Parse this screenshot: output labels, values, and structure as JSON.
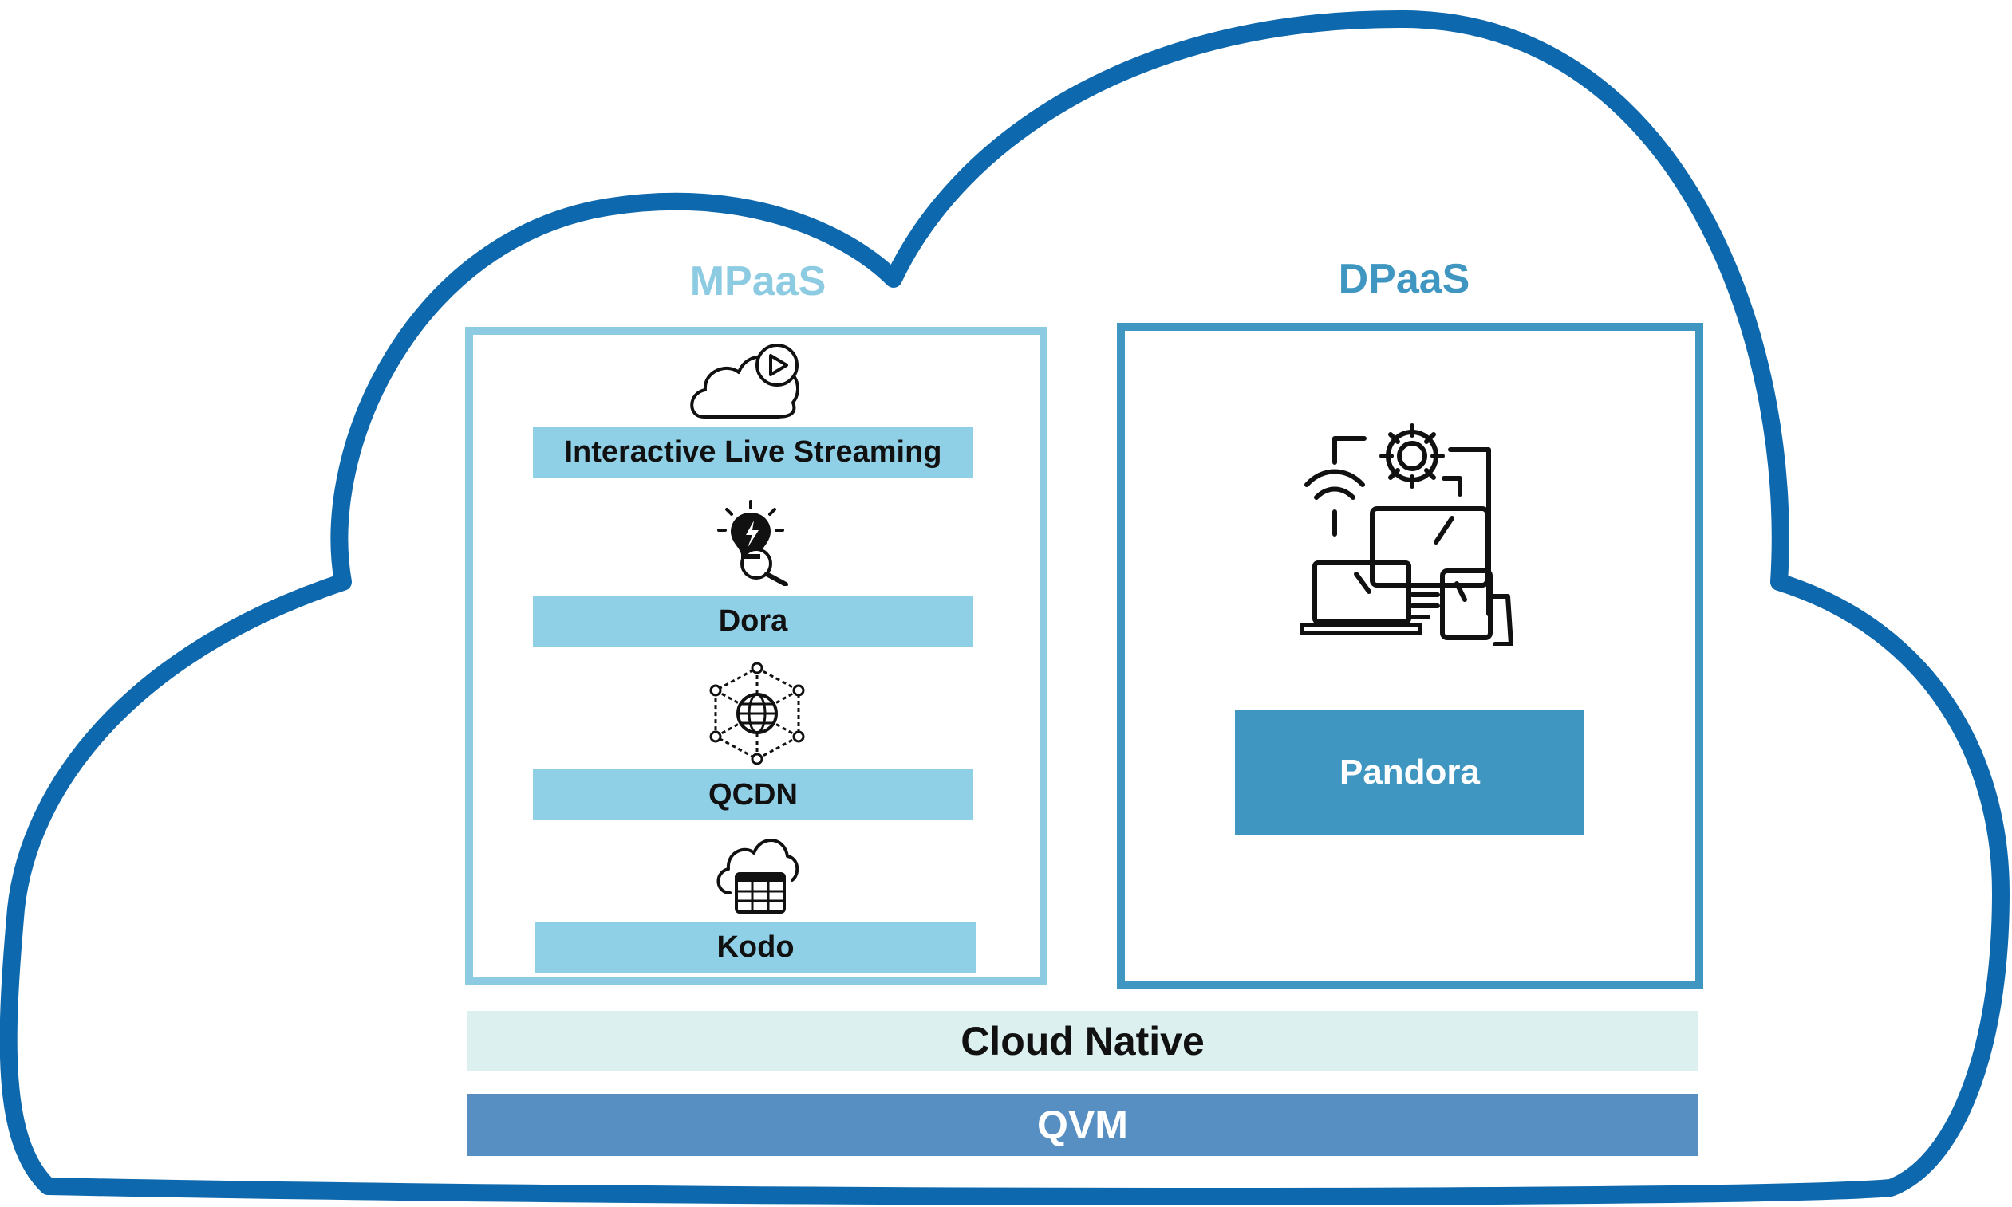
{
  "colors": {
    "cloud_outline": "#0d68ad",
    "mpaas_title": "#8ccbe2",
    "mpaas_border": "#8ccbe2",
    "mpaas_label_bg": "#8fd0e6",
    "dpaas_title": "#3f97c1",
    "dpaas_border": "#3f97c1",
    "pandora_bg": "#3f97c1",
    "cloud_native_bg": "#dcf0f0",
    "qvm_bg": "#588fc3"
  },
  "mpaas": {
    "title": "MPaaS",
    "items": [
      {
        "label": "Interactive Live Streaming",
        "icon": "cloud-play-icon"
      },
      {
        "label": "Dora",
        "icon": "lightbulb-search-icon"
      },
      {
        "label": "QCDN",
        "icon": "globe-network-icon"
      },
      {
        "label": "Kodo",
        "icon": "cloud-storage-icon"
      }
    ]
  },
  "dpaas": {
    "title": "DPaaS",
    "icon": "connected-devices-icon",
    "product": "Pandora"
  },
  "layers": {
    "cloud_native": "Cloud Native",
    "qvm": "QVM"
  }
}
